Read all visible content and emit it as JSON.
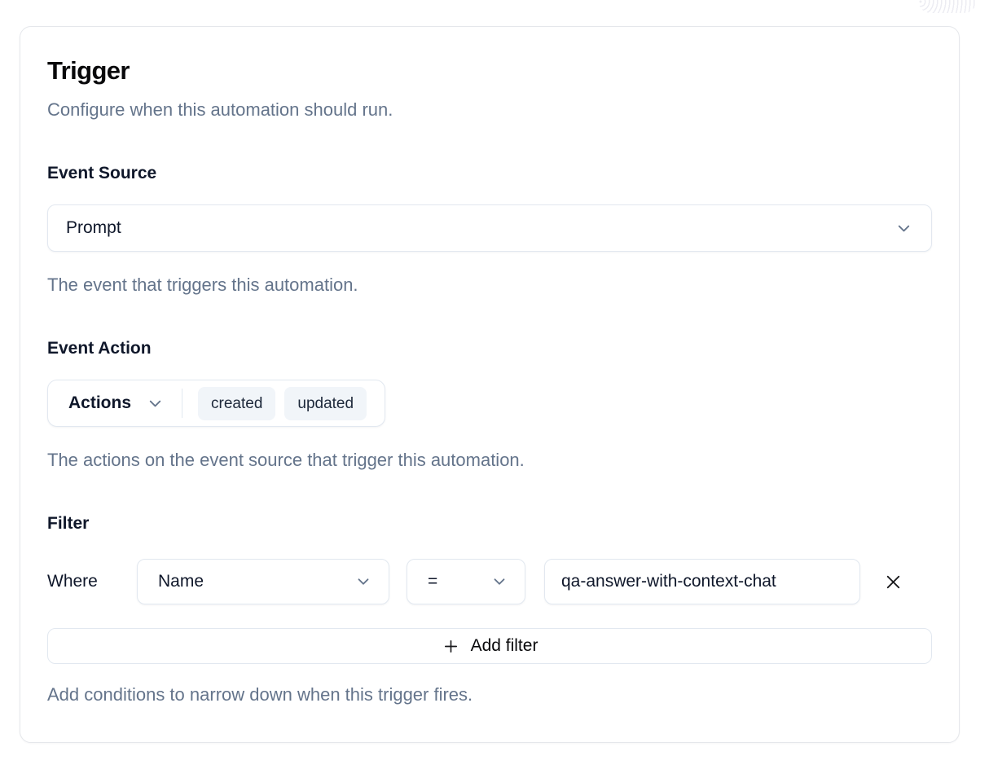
{
  "colors": {
    "foreground": "#0f172a",
    "muted_foreground": "#64748b",
    "border": "#e2e8f0",
    "badge_background": "#f1f5f9",
    "card_background": "#ffffff"
  },
  "icons": {
    "chevron_down": "chevron-down",
    "plus": "plus",
    "close": "x"
  },
  "card": {
    "title": "Trigger",
    "subtitle": "Configure when this automation should run.",
    "event_source": {
      "label": "Event Source",
      "selected": "Prompt",
      "help": "The event that triggers this automation."
    },
    "event_action": {
      "label": "Event Action",
      "dropdown_label": "Actions",
      "badges": [
        "created",
        "updated"
      ],
      "help": "The actions on the event source that trigger this automation."
    },
    "filter": {
      "label": "Filter",
      "where_label": "Where",
      "field_selected": "Name",
      "operator_selected": "=",
      "value": "qa-answer-with-context-chat",
      "add_filter_label": "Add filter",
      "help": "Add conditions to narrow down when this trigger fires."
    }
  }
}
